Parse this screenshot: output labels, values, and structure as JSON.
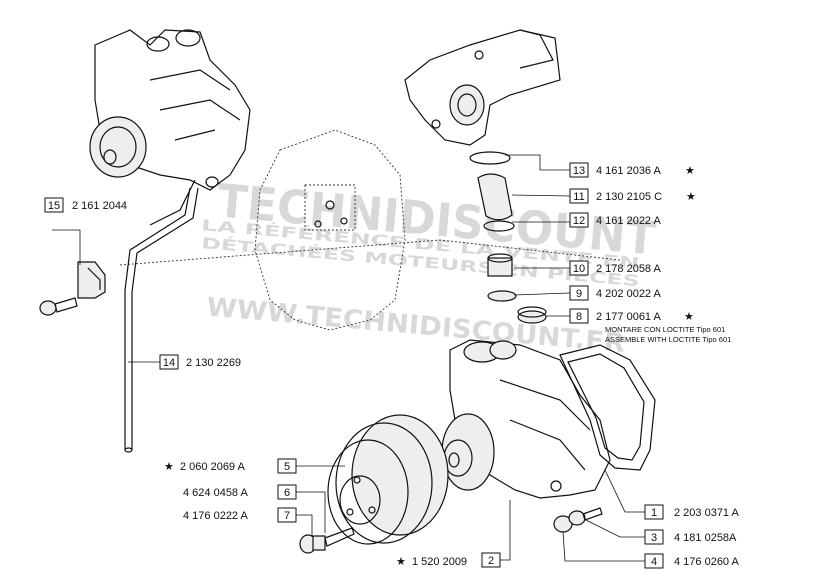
{
  "watermark": {
    "brand": "TECHNIDISCOUNT",
    "line1": "LA RÉFÉRENCE DE LA VENTE EN",
    "line2": "DÉTACHÉES MOTEURS EN PIÈCES",
    "url": "WWW.TECHNIDISCOUNT.FR"
  },
  "callouts": [
    {
      "num": "1",
      "part": "2 203 0371 A"
    },
    {
      "num": "2",
      "part": "1 520 2009",
      "star": "★"
    },
    {
      "num": "3",
      "part": "4 181 0258A"
    },
    {
      "num": "4",
      "part": "4 176 0260 A"
    },
    {
      "num": "5",
      "part": "2 060 2069 A",
      "star": "★"
    },
    {
      "num": "6",
      "part": "4 624 0458 A"
    },
    {
      "num": "7",
      "part": "4 176 0222 A"
    },
    {
      "num": "8",
      "part": "2 177 0061 A",
      "star": "★",
      "note1": "MONTARE CON LOCTITE Tipo 601",
      "note2": "ASSEMBLE WITH LOCTITE Tipo 601"
    },
    {
      "num": "9",
      "part": "4 202 0022 A"
    },
    {
      "num": "10",
      "part": "2 178 2058 A"
    },
    {
      "num": "11",
      "part": "2 130 2105 C",
      "star": "★"
    },
    {
      "num": "12",
      "part": "4 161 2022 A"
    },
    {
      "num": "13",
      "part": "4 161 2036 A",
      "star": "★"
    },
    {
      "num": "14",
      "part": "2 130 2269"
    },
    {
      "num": "15",
      "part": "2 161 2044"
    }
  ]
}
